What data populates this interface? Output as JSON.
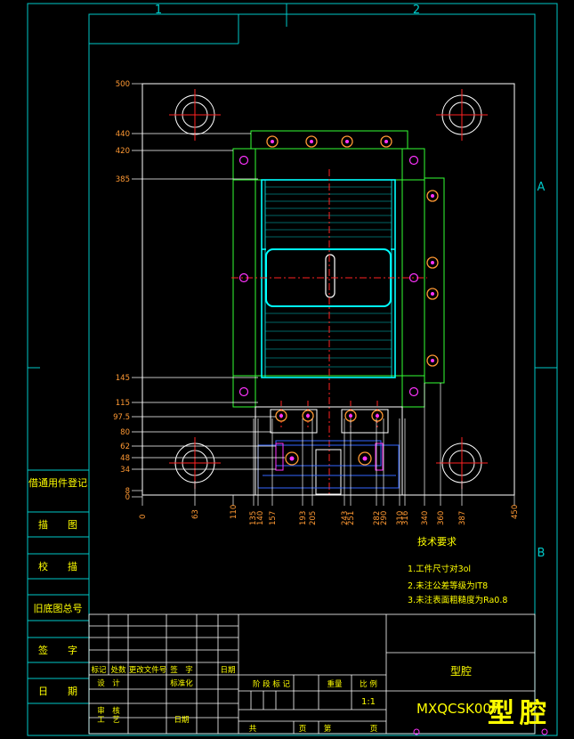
{
  "colors": {
    "frame": "#00c8c8",
    "outline": "#ffffff",
    "dim": "#ffff00",
    "dim_label": "#ff9933",
    "center": "#ff2222",
    "cyan": "#00ffff",
    "green": "#33ff33",
    "magenta": "#ff33ff",
    "blue": "#3366ff",
    "note": "#ffff00"
  },
  "zone_labels": {
    "top_1": "1",
    "top_2": "2",
    "right_a": "A",
    "right_b": "B"
  },
  "y_dims": [
    "500",
    "440",
    "420",
    "385",
    "145",
    "115",
    "97.5",
    "80",
    "62",
    "48",
    "34",
    "8",
    "0"
  ],
  "x_dims": [
    "0",
    "63",
    "110",
    "135",
    "140",
    "157",
    "193",
    "205",
    "243",
    "251",
    "282",
    "290",
    "310",
    "316",
    "340",
    "360",
    "387",
    "450"
  ],
  "tech_req": {
    "title": "技术要求",
    "items": [
      "1.工件尺寸对3ol",
      "2.未注公差等级为IT8",
      "3.未注表面粗糙度为Ra0.8"
    ]
  },
  "left_strip": [
    "借通用件登记",
    "描　　图",
    "校　　描",
    "旧底图总号",
    "签　　字",
    "日　　期"
  ],
  "revision_table": {
    "header": [
      "标记",
      "处数",
      "更改文件号",
      "签　字",
      "日期"
    ],
    "rows": [
      [
        "设　计",
        "标准化"
      ],
      [
        "审　核",
        ""
      ],
      [
        "工　艺",
        "日期"
      ]
    ]
  },
  "stage_table": {
    "header": [
      "阶 段 标 记",
      "重量",
      "比 例"
    ],
    "scale": "1:1",
    "footer": [
      "共",
      "页",
      "第",
      "页"
    ]
  },
  "part_name": "型腔",
  "drawing_no": "MXQCSK007",
  "stamp_title": "型腔"
}
